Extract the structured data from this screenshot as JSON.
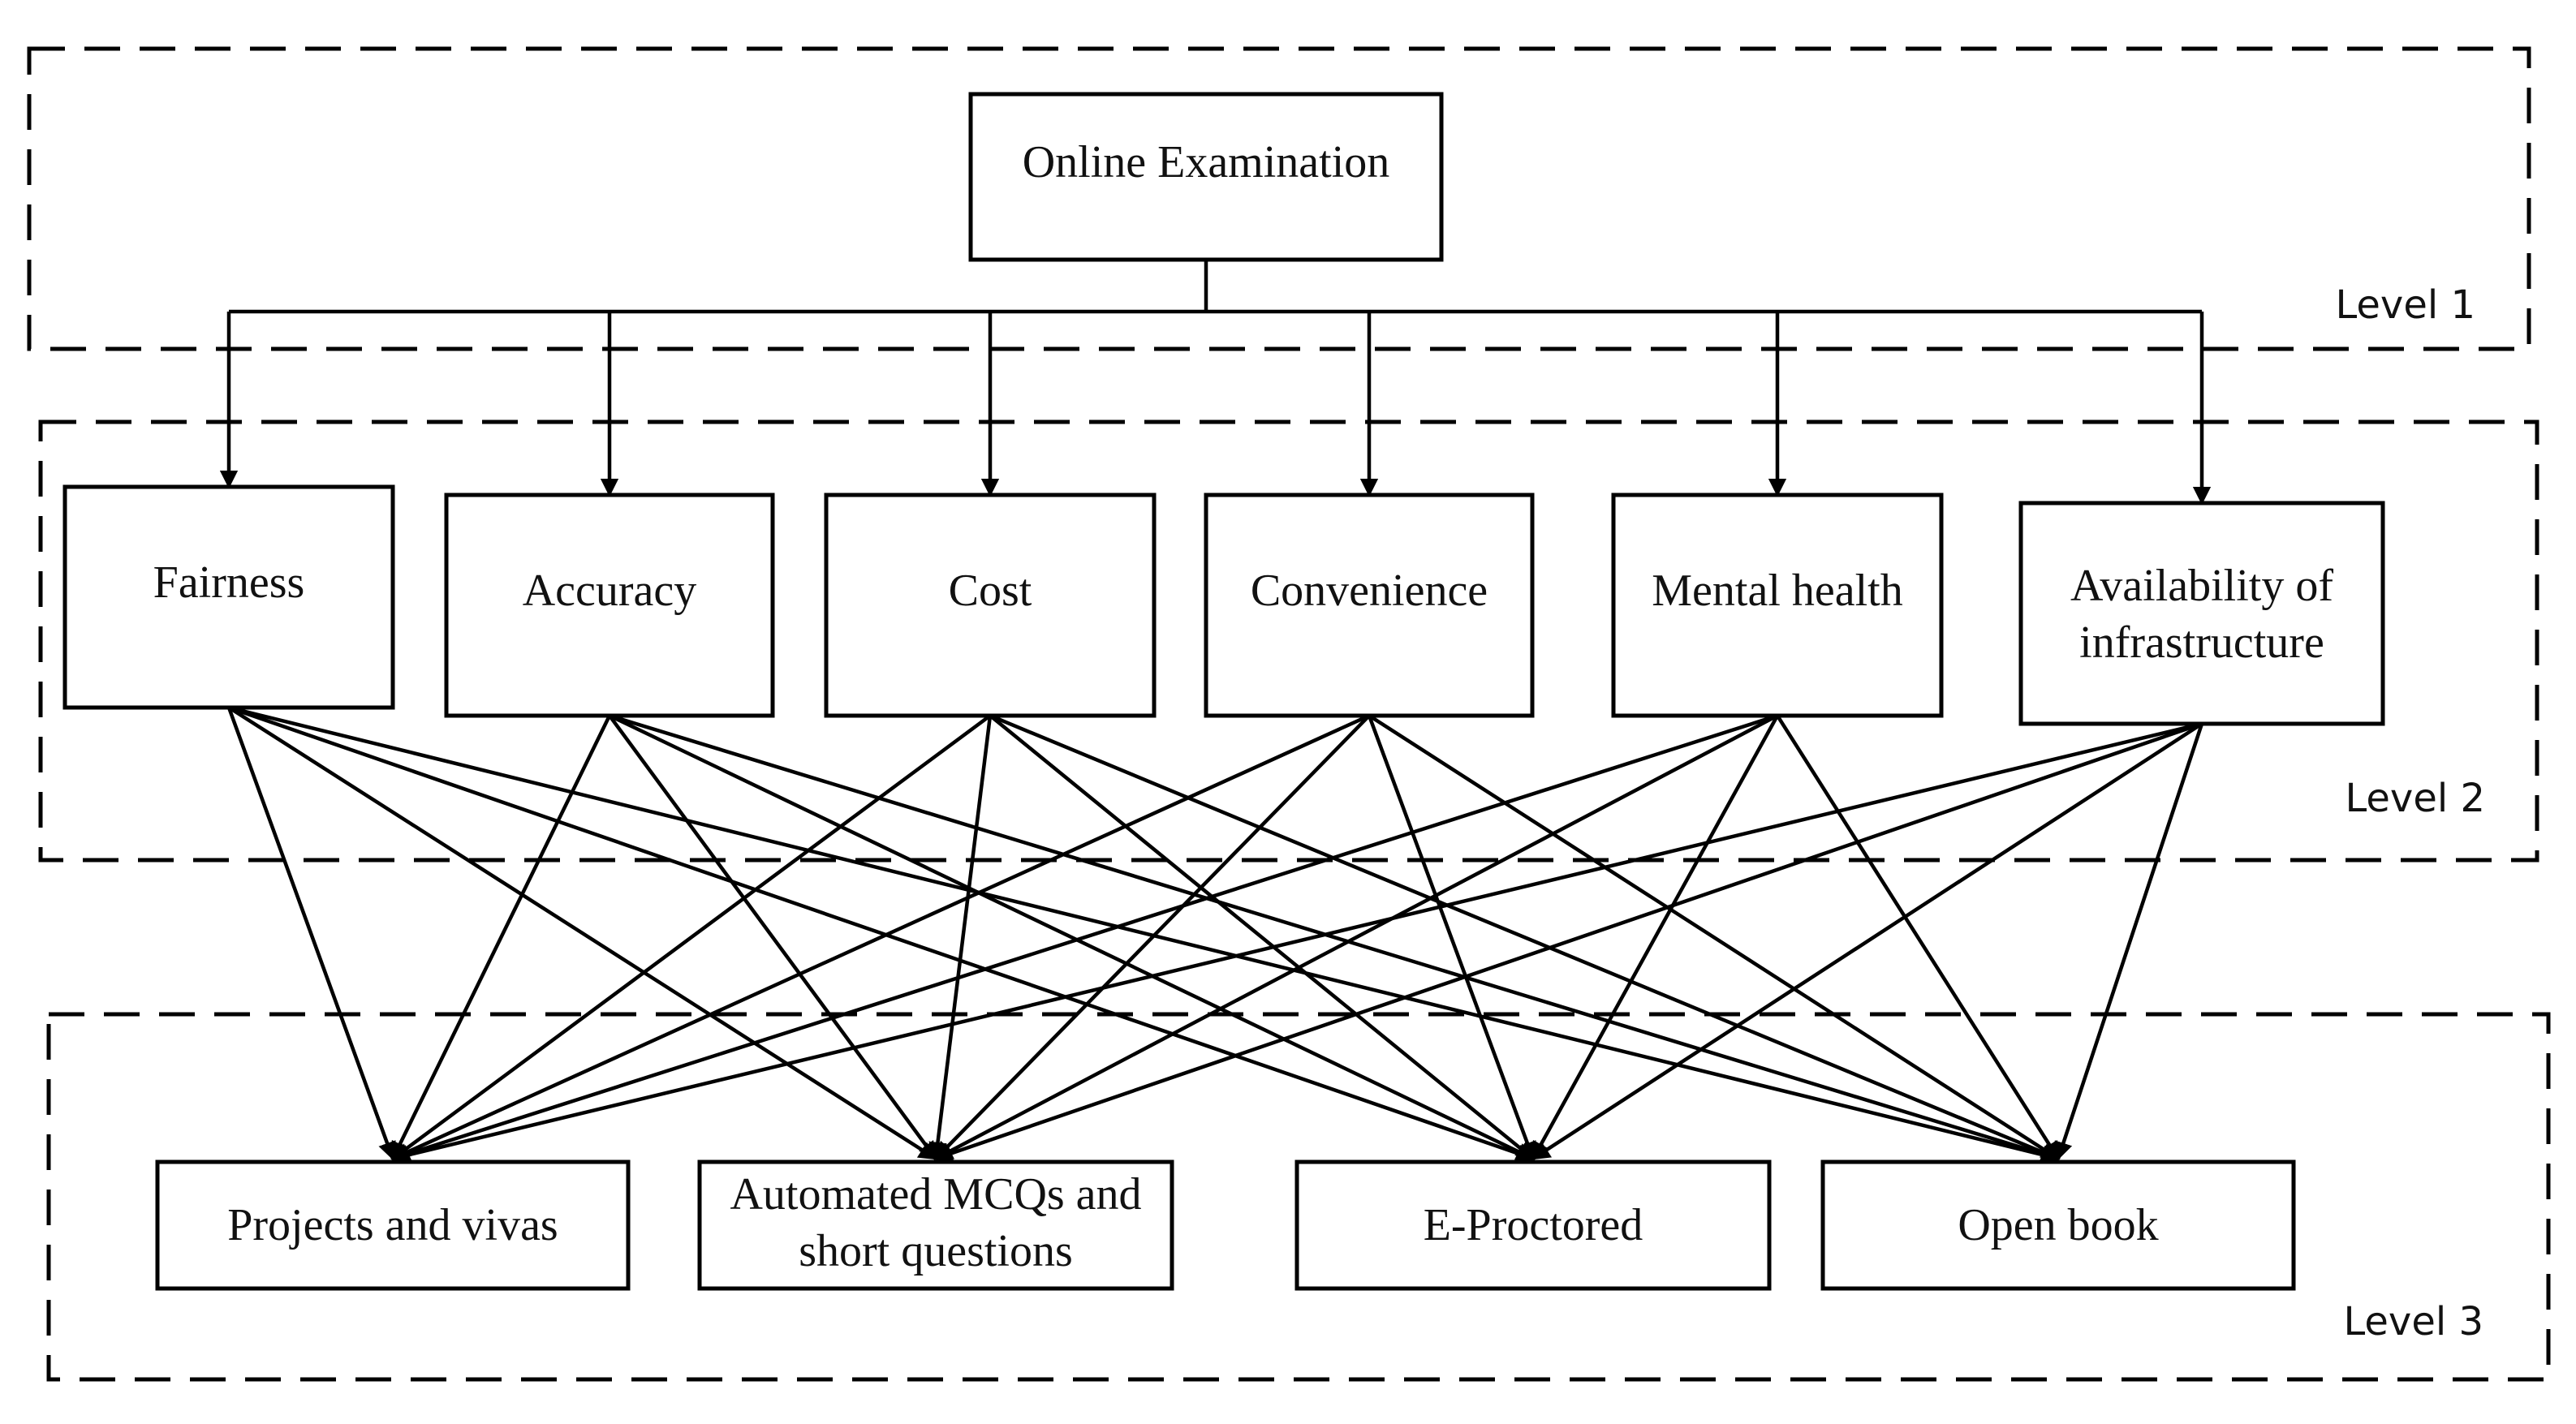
{
  "levels": [
    {
      "label": "Level 1"
    },
    {
      "label": "Level 2"
    },
    {
      "label": "Level 3"
    }
  ],
  "goal": {
    "lines": [
      "Online Examination"
    ]
  },
  "criteria": [
    {
      "lines": [
        "Fairness"
      ]
    },
    {
      "lines": [
        "Accuracy"
      ]
    },
    {
      "lines": [
        "Cost"
      ]
    },
    {
      "lines": [
        "Convenience"
      ]
    },
    {
      "lines": [
        "Mental health"
      ]
    },
    {
      "lines": [
        "Availability of",
        "infrastructure"
      ]
    }
  ],
  "alternatives": [
    {
      "lines": [
        "Projects and vivas"
      ]
    },
    {
      "lines": [
        "Automated MCQs and",
        "short questions"
      ]
    },
    {
      "lines": [
        "E-Proctored"
      ]
    },
    {
      "lines": [
        "Open book"
      ]
    }
  ],
  "colors": {
    "line": "#000000",
    "text": "#111111"
  }
}
